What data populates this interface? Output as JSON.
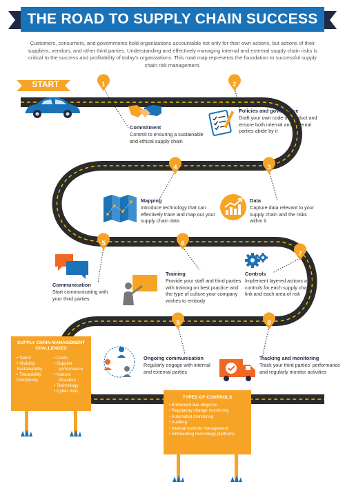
{
  "title": "THE ROAD TO SUPPLY CHAIN SUCCESS",
  "intro": "Customers, consumers, and governments hold organizations accountable not only for their own actions, but actions of their suppliers, vendors, and other third parties. Understanding and effectively managing internal and external supply chain risks is critical to the success and profitability of today's organizations. This road map represents the foundation to successful supply chain risk management.",
  "start_label": "START",
  "colors": {
    "navy": "#1f2a44",
    "blue": "#1a72b8",
    "orange": "#f7a325",
    "road": "#2b2b2b",
    "dash": "#f2c200"
  },
  "steps": [
    {
      "num": "1",
      "title": "Commitment",
      "desc": "Commit to ensuring a sustainable and ethical supply chain",
      "icon": "handshake-icon"
    },
    {
      "num": "2",
      "title": "Policies and governance",
      "desc": "Draft your own code of conduct and ensure both internal and external parties abide by it",
      "icon": "checklist-icon"
    },
    {
      "num": "3",
      "title": "Data",
      "desc": "Capture data relevant to your supply chain and the risks within it",
      "icon": "growth-chart-icon"
    },
    {
      "num": "4",
      "title": "Mapping",
      "desc": "Introduce technology that can effectively trace and map out your supply chain data",
      "icon": "map-icon"
    },
    {
      "num": "5",
      "title": "Communication",
      "desc": "Start communicating with your third parties",
      "icon": "speech-bubbles-icon"
    },
    {
      "num": "6",
      "title": "Training",
      "desc": "Provide your staff and third parties with training on best practice and the type of culture your company wishes to embody",
      "icon": "presenter-icon"
    },
    {
      "num": "7",
      "title": "Controls",
      "desc": "Implement layered actions and controls for each supply chain link and each area of risk",
      "icon": "gears-icon"
    },
    {
      "num": "8",
      "title": "Tracking and monitoring",
      "desc": "Track your third parties' performance and regularly monitor activities",
      "icon": "delivery-truck-icon"
    },
    {
      "num": "9",
      "title": "Ongoing communication",
      "desc": "Regularly engage with internal and external parties",
      "icon": "network-people-icon"
    }
  ],
  "challenges": {
    "title_line1": "SUPPLY CHAIN MANAGEMENT",
    "title_line2": "CHALLENGES",
    "col1": [
      "Talent",
      "Visibility",
      "Sustainability",
      "Traceability",
      "Complexity"
    ],
    "col2": [
      "Costs",
      "Supplier",
      "performance",
      "Natural",
      "disasters",
      "Technology",
      "Cyber risks"
    ]
  },
  "controls": {
    "title": "TYPES OF CONTROLS",
    "items": [
      "Enhanced due diligence",
      "Regulatory change monitoring",
      "Automated monitoring",
      "Auditing",
      "Internal controls management",
      "Onboarding technology platforms"
    ]
  }
}
